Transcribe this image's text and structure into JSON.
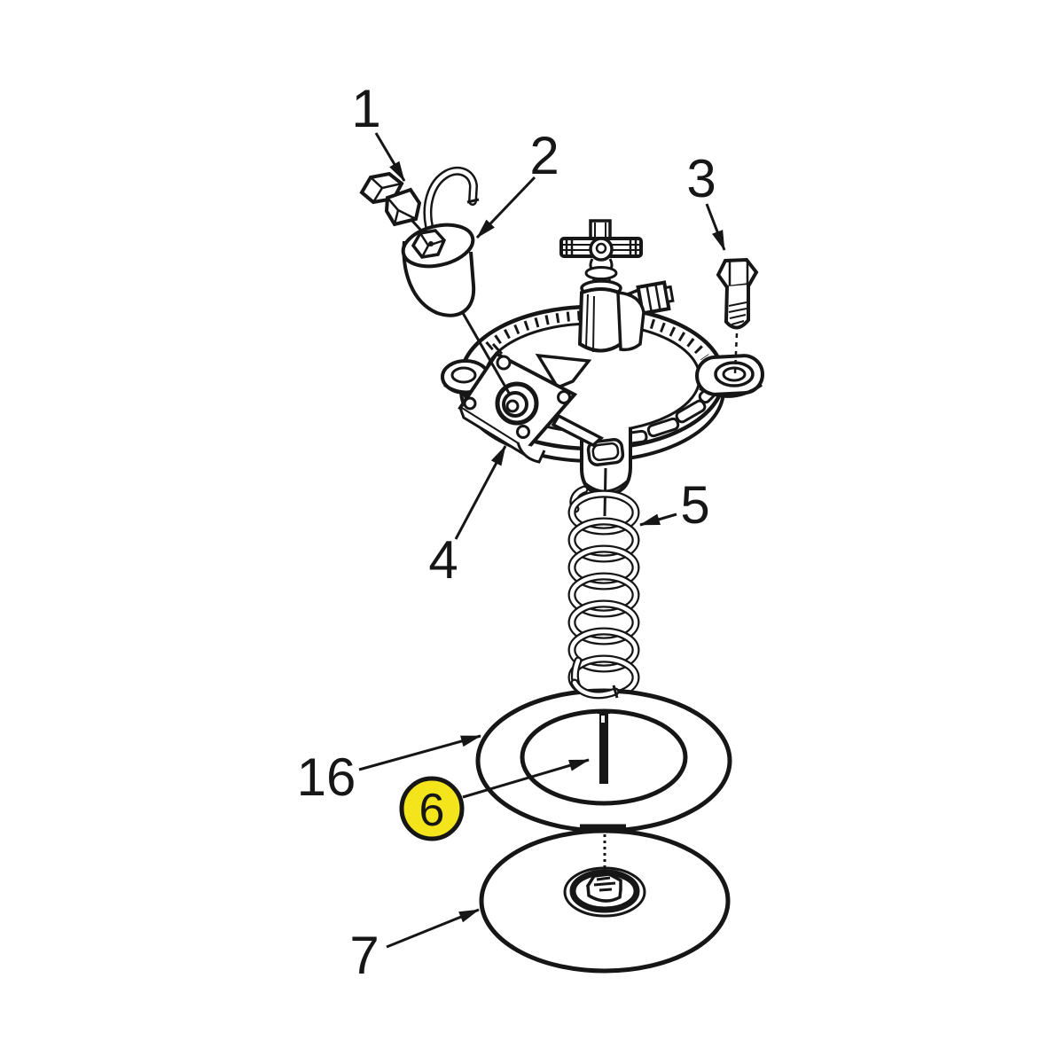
{
  "diagram": {
    "background_color": "#ffffff",
    "line_color": "#161616"
  },
  "callouts": {
    "part1": {
      "label": "1",
      "highlighted": false
    },
    "part2": {
      "label": "2",
      "highlighted": false
    },
    "part3": {
      "label": "3",
      "highlighted": false
    },
    "part4": {
      "label": "4",
      "highlighted": false
    },
    "part5": {
      "label": "5",
      "highlighted": false
    },
    "part6": {
      "label": "6",
      "highlighted": true,
      "highlight_color": "#f4e41c"
    },
    "part7": {
      "label": "7",
      "highlighted": false
    },
    "part16": {
      "label": "16",
      "highlighted": false
    }
  }
}
